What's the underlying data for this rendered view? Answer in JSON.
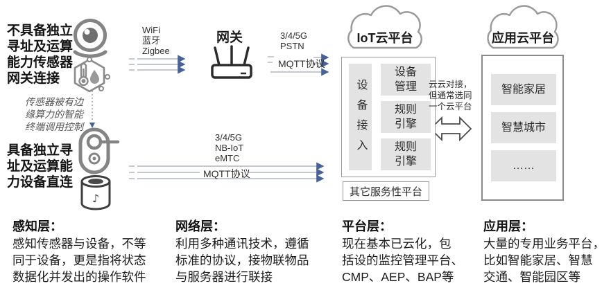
{
  "perception": {
    "gateway_group_label": "不具备独立\n寻址及运算\n能力传感器\n网关连接",
    "edge_note": "传感器被有边\n缘算力的智能\n终端调用控制",
    "direct_group_label": "具备独立寻\n址及运算能\n力设备直连"
  },
  "network": {
    "lan_protocols": "WiFi\n蓝牙\nZigbee",
    "gateway_label": "网关",
    "gateway_wan_protocols": "3/4/5G\nPSTN",
    "gateway_mqtt_label": "MQTT协议",
    "direct_wan_protocols": "3/4/5G\nNB-IoT\neMTC",
    "direct_mqtt_label": "MQTT协议"
  },
  "iot_platform": {
    "cloud_label": "IoT云平台",
    "device_access_label": "设备接入",
    "modules": [
      "设备管理",
      "规则引擎",
      "规则引擎"
    ],
    "other_services_label": "其它服务性平台"
  },
  "cloud_link_note": "云云对接，\n但通常选同\n一个云平台",
  "app_platform": {
    "cloud_label": "应用云平台",
    "modules": [
      "智能家居",
      "智慧城市",
      "……"
    ]
  },
  "layers": [
    {
      "title": "感知层：",
      "body": "感知传感器与设备，不等\n同于设备，更是指将状态\n数据化并发出的操作软件"
    },
    {
      "title": "网络层：",
      "body": "利用多种通讯技术，遵循\n标准的协议，接物联物品\n与服务器进行联接"
    },
    {
      "title": "平台层：",
      "body": "现在基本已云化，包\n括设的监控管理平台、\nCMP、AEP、BAP等"
    },
    {
      "title": "应用层：",
      "body": "大量的专用业务平台，\n比如智能家居、智慧\n交通、智能园区等"
    }
  ],
  "colors": {
    "arrow_line": "#b0b6c0",
    "arrow_head": "#45629b",
    "icon_gray": "#848484",
    "module_fill": "#e3e3e3",
    "border_gray": "#979797"
  }
}
